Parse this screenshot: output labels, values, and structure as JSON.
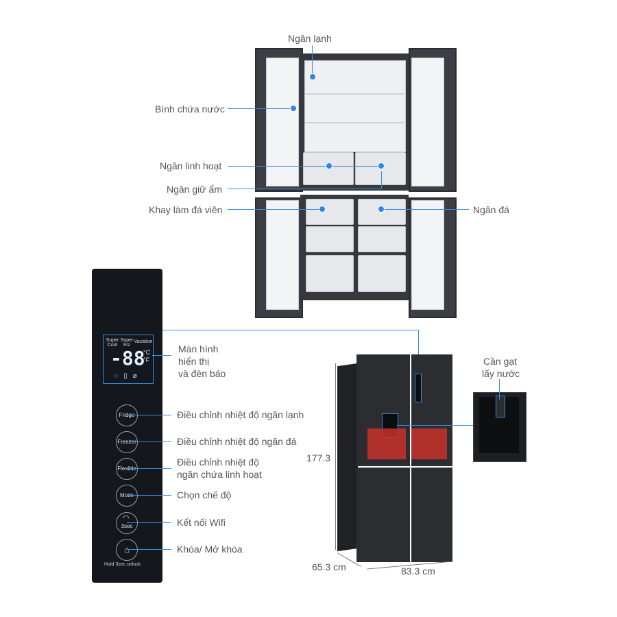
{
  "interior_labels": {
    "fridge_compartment": "Ngăn lạnh",
    "water_tank": "Bình chứa nước",
    "flexible_compartment": "Ngăn linh hoạt",
    "humidity_drawer": "Ngăn giữ ẩm",
    "ice_tray": "Khay làm đá viên",
    "freezer_compartment": "Ngăn đá"
  },
  "control_panel": {
    "display": {
      "super_cool": "Super Cool",
      "super_frz": "Super Frz",
      "vacation": "Vacation",
      "digits": "-88",
      "celsius": "°C",
      "fahrenheit": "°F"
    },
    "buttons": [
      {
        "label": "Fridge",
        "description": "Điều chỉnh nhiệt độ ngăn lạnh"
      },
      {
        "label": "Freezer",
        "description": "Điều chỉnh nhiệt độ ngăn đá"
      },
      {
        "label": "Flexible",
        "description_line1": "Điều chỉnh nhiệt độ",
        "description_line2": "ngăn chứa linh hoạt"
      },
      {
        "label": "Mode",
        "description": "Chọn chế độ"
      },
      {
        "label": "3sec",
        "description": "Kết nối Wifi"
      },
      {
        "label": "",
        "description": "Khóa/ Mở khóa"
      }
    ],
    "hold_text": "Hold 3sec unlock",
    "display_desc_line1": "Màn hình",
    "display_desc_line2": "hiển thị",
    "display_desc_line3": "và đèn báo"
  },
  "dispenser": {
    "line1": "Cần gạt",
    "line2": "lấy nước"
  },
  "dimensions": {
    "height": "177.3",
    "depth": "65.3 cm",
    "width": "83.3 cm"
  },
  "colors": {
    "accent": "#2f86e6",
    "panel": "#14171c"
  }
}
